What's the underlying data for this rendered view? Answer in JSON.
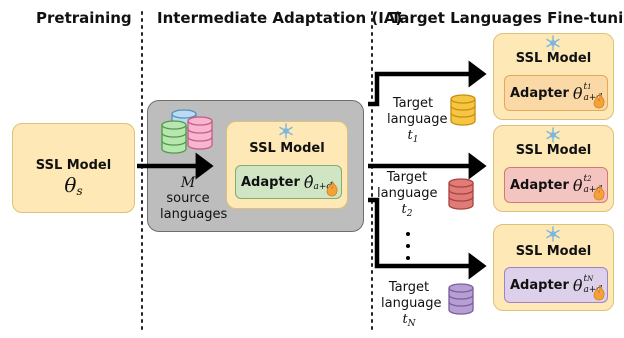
{
  "headers": {
    "pretraining": "Pretraining",
    "ia": "Intermediate Adaptation (IA)",
    "target": "Target Languages Fine-tuning"
  },
  "pretrain_box": {
    "title": "SSL Model",
    "param": "θ",
    "param_sub": "s"
  },
  "ia_box": {
    "model_title": "SSL Model",
    "adapter_label": "Adapter",
    "param": "θ̂",
    "param_sub": "a+d",
    "source_m": "M",
    "source_line1": "source",
    "source_line2": "languages"
  },
  "targets": [
    {
      "title": "SSL Model",
      "adapter_label": "Adapter",
      "param": "θ",
      "sup": "t",
      "sup_sub": "1",
      "param_sub": "a+d",
      "lang_line1": "Target",
      "lang_line2": "language",
      "lang_var": "t",
      "lang_sub": "1"
    },
    {
      "title": "SSL Model",
      "adapter_label": "Adapter",
      "param": "θ",
      "sup": "t",
      "sup_sub": "2",
      "param_sub": "a+d",
      "lang_line1": "Target",
      "lang_line2": "language",
      "lang_var": "t",
      "lang_sub": "2"
    },
    {
      "title": "SSL Model",
      "adapter_label": "Adapter",
      "param": "θ",
      "sup": "t",
      "sup_sub": "N",
      "param_sub": "a+d",
      "lang_line1": "Target",
      "lang_line2": "language",
      "lang_var": "t",
      "lang_sub": "N"
    }
  ],
  "colors": {
    "model_fill": "#fde8b6",
    "ia_fill": "#bdbdbd",
    "adapter_green": "#cfe5c4",
    "adapter_orange": "#fbd9a6",
    "adapter_red": "#f4c4c0",
    "adapter_purple": "#ddd0ea",
    "db_yellow": "#f6c542",
    "db_red": "#e07c78",
    "db_purple": "#b79fd3",
    "db_green": "#b8e6b0",
    "db_blue": "#b9dcf4",
    "db_pink": "#f7b5cf",
    "snow": "#7fb6d8",
    "flame": "#f2a13b"
  }
}
